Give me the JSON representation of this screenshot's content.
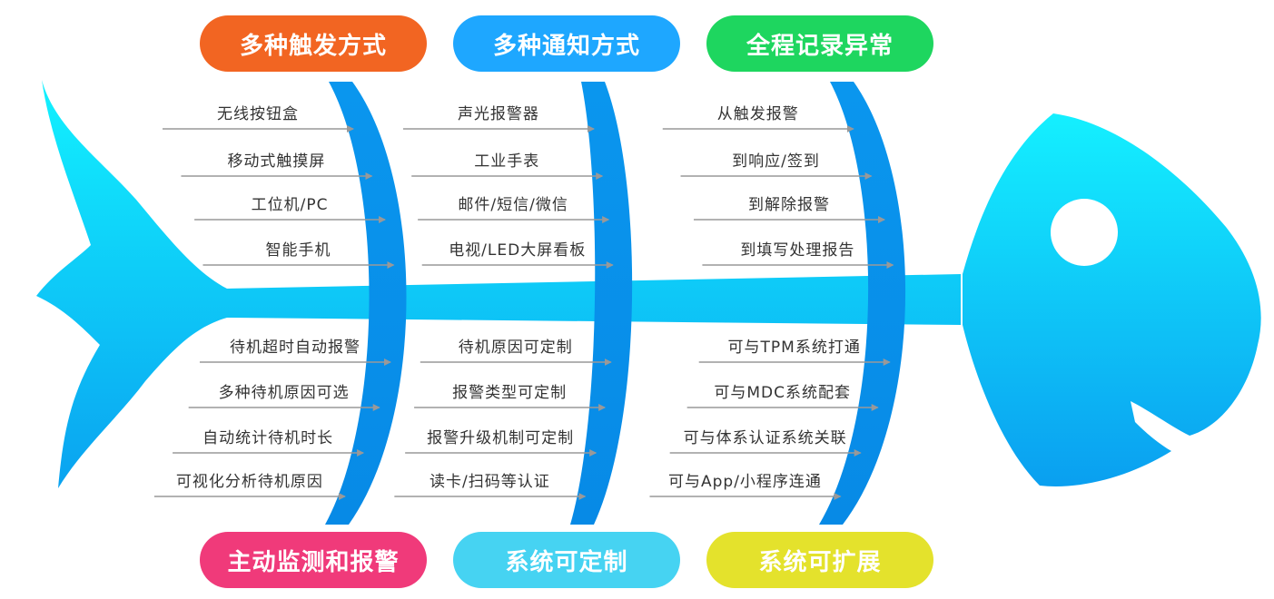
{
  "categories": [
    {
      "id": "trigger",
      "title": "多种触发方式",
      "color": "#f26522",
      "items": [
        "无线按钮盒",
        "移动式触摸屏",
        "工位机/PC",
        "智能手机"
      ]
    },
    {
      "id": "notify",
      "title": "多种通知方式",
      "color": "#1ea7ff",
      "items": [
        "声光报警器",
        "工业手表",
        "邮件/短信/微信",
        "电视/LED大屏看板"
      ]
    },
    {
      "id": "record",
      "title": "全程记录异常",
      "color": "#1ed65f",
      "items": [
        "从触发报警",
        "到响应/签到",
        "到解除报警",
        "到填写处理报告"
      ]
    },
    {
      "id": "monitor",
      "title": "主动监测和报警",
      "color": "#f03a7a",
      "items": [
        "待机超时自动报警",
        "多种待机原因可选",
        "自动统计待机时长",
        "可视化分析待机原因"
      ]
    },
    {
      "id": "custom",
      "title": "系统可定制",
      "color": "#46d3f2",
      "items": [
        "待机原因可定制",
        "报警类型可定制",
        "报警升级机制可定制",
        "读卡/扫码等认证"
      ]
    },
    {
      "id": "extend",
      "title": "系统可扩展",
      "color": "#e4e22c",
      "items": [
        "可与TPM系统打通",
        "可与MDC系统配套",
        "可与体系认证系统关联",
        "可与App/小程序连通"
      ]
    }
  ],
  "colors": {
    "fish_light": "#14f0ff",
    "fish_dark": "#0aa0f0",
    "bone": "#0a8fe8",
    "arrow": "#999999",
    "text": "#333333"
  }
}
